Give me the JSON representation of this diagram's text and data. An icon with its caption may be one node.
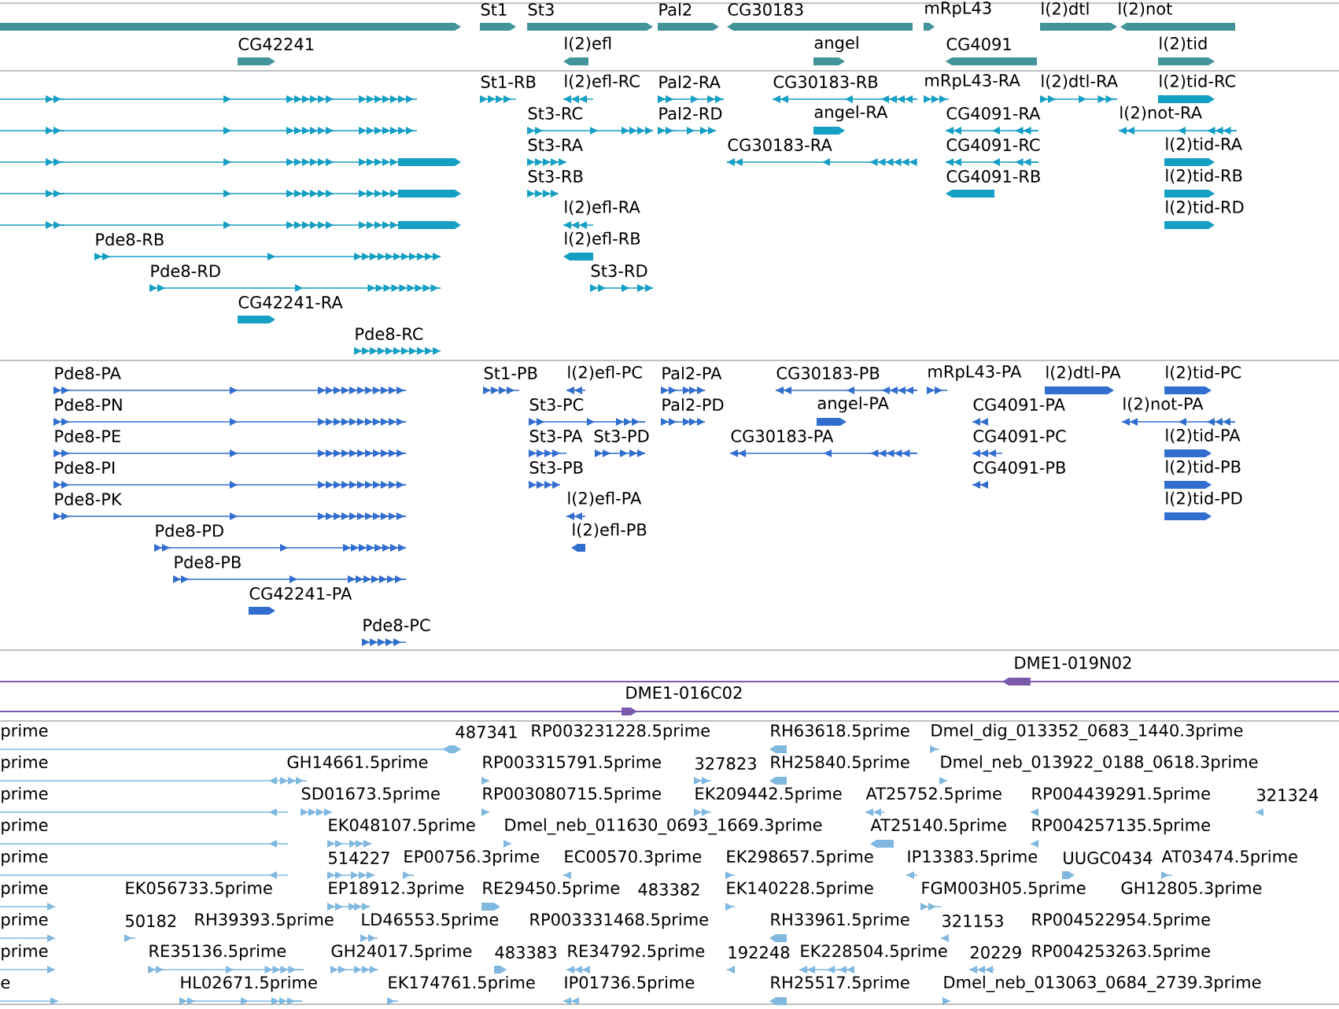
{
  "diagram": {
    "labels": [
      "St1",
      "St3",
      "Pal2",
      "CG30183",
      "mRpL43",
      "l(2)dtl",
      "l(2)not",
      "CG42241",
      "l(2)efl",
      "angel",
      "CG4091",
      "l(2)tid",
      "St1-RB",
      "l(2)efl-RC",
      "Pal2-RA",
      "CG30183-RB",
      "mRpL43-RA",
      "l(2)dtl-RA",
      "l(2)tid-RC",
      "St3-RC",
      "Pal2-RD",
      "angel-RA",
      "CG4091-RA",
      "l(2)not-RA",
      "St3-RA",
      "CG30183-RA",
      "CG4091-RC",
      "l(2)tid-RA",
      "St3-RB",
      "CG4091-RB",
      "l(2)tid-RB",
      "l(2)efl-RA",
      "l(2)tid-RD",
      "Pde8-RB",
      "l(2)efl-RB",
      "Pde8-RD",
      "St3-RD",
      "CG42241-RA",
      "Pde8-RC",
      "Pde8-PA",
      "St1-PB",
      "l(2)efl-PC",
      "Pal2-PA",
      "CG30183-PB",
      "mRpL43-PA",
      "l(2)dtl-PA",
      "l(2)tid-PC",
      "Pde8-PN",
      "St3-PC",
      "Pal2-PD",
      "angel-PA",
      "CG4091-PA",
      "l(2)not-PA",
      "Pde8-PE",
      "St3-PA",
      "St3-PD",
      "CG30183-PA",
      "CG4091-PC",
      "l(2)tid-PA",
      "Pde8-PI",
      "St3-PB",
      "CG4091-PB",
      "l(2)tid-PB",
      "Pde8-PK",
      "l(2)efl-PA",
      "l(2)tid-PD",
      "Pde8-PD",
      "l(2)efl-PB",
      "Pde8-PB",
      "CG42241-PA",
      "Pde8-PC",
      "DME1-019N02",
      "DME1-016C02",
      "prime",
      "487341",
      "RP003231228.5prime",
      "RH63618.5prime",
      "Dmel_dig_013352_0683_1440.3prime",
      "prime",
      "GH14661.5prime",
      "RP003315791.5prime",
      "327823",
      "RH25840.5prime",
      "Dmel_neb_013922_0188_0618.3prime",
      "prime",
      "SD01673.5prime",
      "RP003080715.5prime",
      "EK209442.5prime",
      "AT25752.5prime",
      "RP004439291.5prime",
      "321324",
      "prime",
      "EK048107.5prime",
      "Dmel_neb_011630_0693_1669.3prime",
      "AT25140.5prime",
      "RP004257135.5prime",
      "prime",
      "514227",
      "EP00756.3prime",
      "EC00570.3prime",
      "EK298657.5prime",
      "IP13383.5prime",
      "UUGC0434",
      "AT03474.5prime",
      "prime",
      "EK056733.5prime",
      "EP18912.3prime",
      "RE29450.5prime",
      "483382",
      "EK140228.5prime",
      "FGM003H05.5prime",
      "GH12805.3prime",
      "prime",
      "50182",
      "RH39393.5prime",
      "LD46553.5prime",
      "RP003331468.5prime",
      "RH33961.5prime",
      "321153",
      "RP004522954.5prime",
      "prime",
      "RE35136.5prime",
      "GH24017.5prime",
      "483383",
      "RE34792.5prime",
      "192248",
      "EK228504.5prime",
      "20229",
      "RP004253263.5prime",
      "e",
      "HL02671.5prime",
      "EK174761.5prime",
      "IP01736.5prime",
      "RH25517.5prime",
      "Dmel_neb_013063_0684_2739.3prime"
    ]
  }
}
